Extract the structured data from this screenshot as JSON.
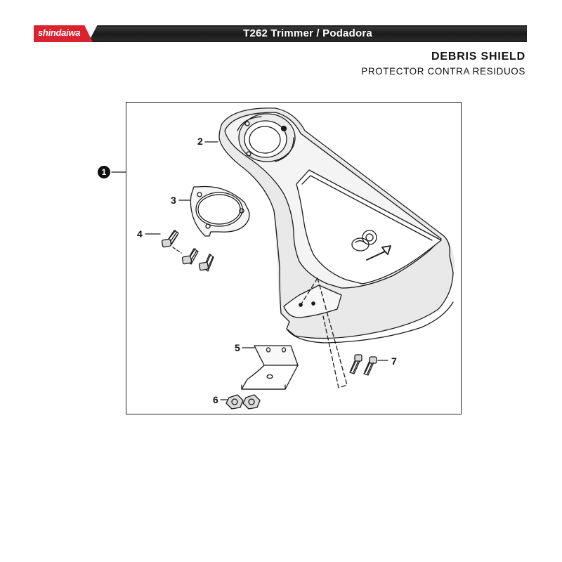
{
  "header": {
    "brand": "shindaiwa",
    "title": "T262 Trimmer / Podadora",
    "brand_color": "#d9232e"
  },
  "section": {
    "title": "DEBRIS SHIELD",
    "subtitle": "PROTECTOR CONTRA RESIDUOS"
  },
  "diagram": {
    "callouts": {
      "assembly": "1",
      "shield": "2",
      "gasket": "3",
      "bolts_upper": "4",
      "bracket": "5",
      "nuts": "6",
      "bolts_lower": "7"
    }
  }
}
